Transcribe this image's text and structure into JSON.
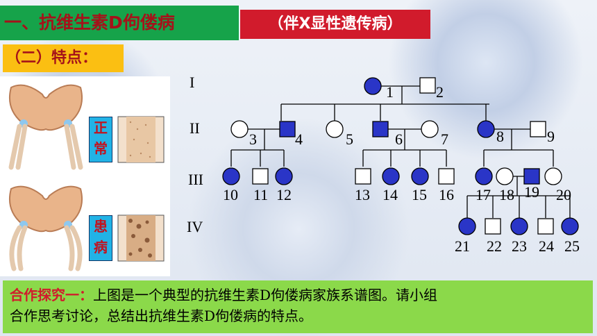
{
  "slide": {
    "title_main": "一、抗维生素D佝偻病",
    "title_type": "（伴X显性遗传病）",
    "subtitle": "（二）特点：",
    "labels": {
      "normal": "正常",
      "affected": "患病"
    },
    "generations": [
      "I",
      "II",
      "III",
      "IV"
    ],
    "individuals": [
      "1",
      "2",
      "3",
      "4",
      "5",
      "6",
      "7",
      "8",
      "9",
      "10",
      "11",
      "12",
      "13",
      "14",
      "15",
      "16",
      "17",
      "18",
      "19",
      "20",
      "21",
      "22",
      "23",
      "24",
      "25"
    ],
    "prompt_label": "合作探究一：",
    "prompt_line1": "上图是一个典型的抗维生素D佝偻病家族系谱图。请小组",
    "prompt_line2": "合作思考讨论，总结出抗维生素D佝偻病的特点。",
    "colors": {
      "affected_fill": "#2a35c7",
      "green": "#16a34a",
      "red": "#d11b2c",
      "yellow": "#fbbf12",
      "lime": "#8bd94a"
    }
  }
}
